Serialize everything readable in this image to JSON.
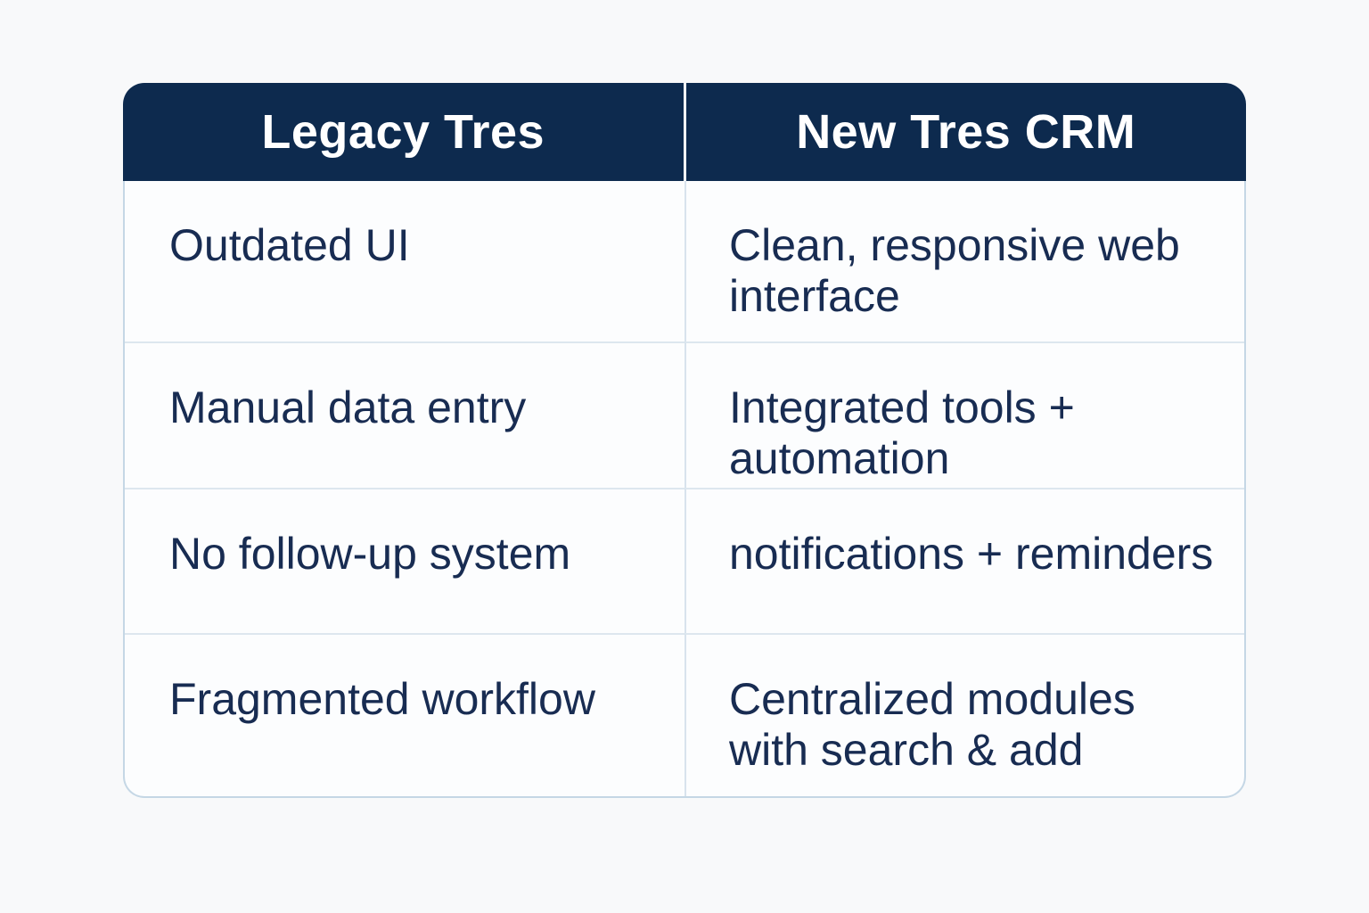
{
  "colors": {
    "page-bg": "#f8f9fa",
    "header-bg": "#0d2a4e",
    "header-text": "#ffffff",
    "body-text": "#182c52",
    "table-border": "#c5d7e5",
    "row-divider": "#dde7ef",
    "col-divider": "#d8e3ed",
    "cell-bg": "#fcfdfe"
  },
  "table": {
    "columns": [
      {
        "label": "Legacy Tres"
      },
      {
        "label": "New Tres CRM"
      }
    ],
    "rows": [
      {
        "legacy": "Outdated UI",
        "new": "Clean, responsive web\ninterface"
      },
      {
        "legacy": "Manual data entry",
        "new": "Integrated tools +\nautomation"
      },
      {
        "legacy": "No follow-up system",
        "new": "notifications + reminders"
      },
      {
        "legacy": "Fragmented workflow",
        "new": "Centralized modules\nwith search & add"
      }
    ]
  },
  "chart_data": {
    "type": "table",
    "title": "",
    "columns": [
      "Legacy Tres",
      "New Tres CRM"
    ],
    "rows": [
      [
        "Outdated UI",
        "Clean, responsive web interface"
      ],
      [
        "Manual data entry",
        "Integrated tools + automation"
      ],
      [
        "No follow-up system",
        "notifications + reminders"
      ],
      [
        "Fragmented workflow",
        "Centralized modules with search & add"
      ]
    ]
  }
}
